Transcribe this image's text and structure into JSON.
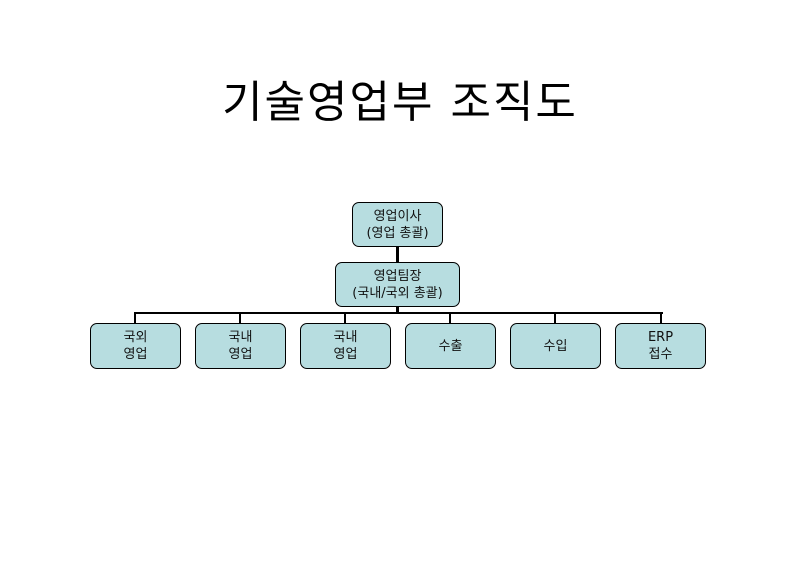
{
  "title": "기술영업부 조직도",
  "top": {
    "line1": "영업이사",
    "line2": "(영업 총괄)"
  },
  "mid": {
    "line1": "영업팀장",
    "line2": "(국내/국외 총괄)"
  },
  "units": [
    {
      "line1": "국외",
      "line2": "영업"
    },
    {
      "line1": "국내",
      "line2": "영업"
    },
    {
      "line1": "국내",
      "line2": "영업"
    },
    {
      "line1": "수출",
      "line2": ""
    },
    {
      "line1": "수입",
      "line2": ""
    },
    {
      "line1": "ERP",
      "line2": "접수"
    }
  ],
  "colors": {
    "box_fill": "#b7dde0",
    "line": "#000000"
  }
}
